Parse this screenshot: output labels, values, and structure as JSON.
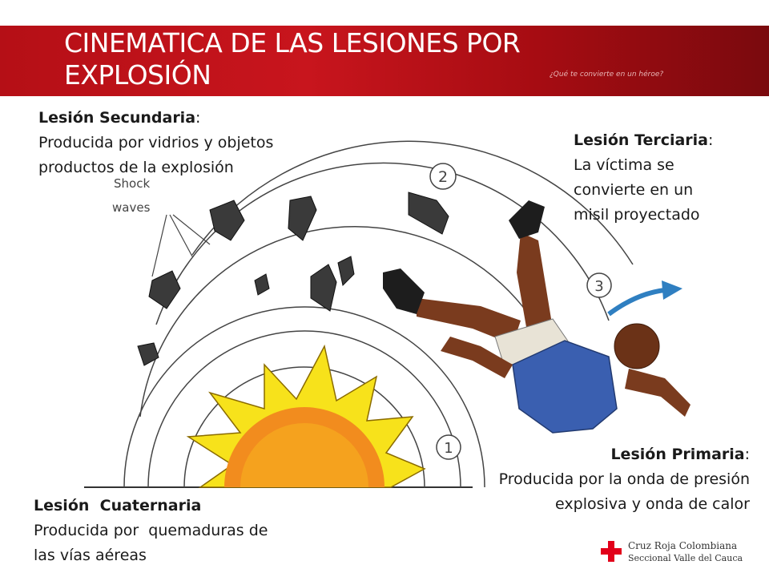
{
  "slide": {
    "title_line1": "CINEMATICA DE LAS LESIONES POR",
    "title_line2": "EXPLOSIÓN",
    "slogan": "¿Qué te convierte en un héroe?"
  },
  "injuries": {
    "secondary": {
      "heading": "Lesión Secundaria",
      "line1": "Producida por vidrios y objetos",
      "line2": "productos de la explosión"
    },
    "tertiary": {
      "heading": "Lesión Terciaria",
      "line1": "La víctima se",
      "line2": "convierte en un",
      "line3": "misil proyectado"
    },
    "primary": {
      "heading": "Lesión Primaria",
      "line1": "Producida por la onda de presión",
      "line2": "explosiva y onda de calor"
    },
    "quaternary": {
      "heading": "Lesión  Cuaternaria",
      "line1": "Producida por  quemaduras de",
      "line2": "las vías aéreas"
    }
  },
  "illustration": {
    "label_shock": "Shock",
    "label_waves": "waves",
    "marker_1": "1",
    "marker_2": "2",
    "marker_3": "3"
  },
  "logo": {
    "line1": "Cruz Roja Colombiana",
    "line2": "Seccional Valle del Cauca"
  },
  "colors": {
    "banner_red": "#c8151d",
    "explosion_yellow": "#f7e21b",
    "explosion_orange": "#f28c1e",
    "shirt_blue": "#3a5fb0",
    "arrow_blue": "#2f7fc1",
    "cross_red": "#e2001a"
  }
}
